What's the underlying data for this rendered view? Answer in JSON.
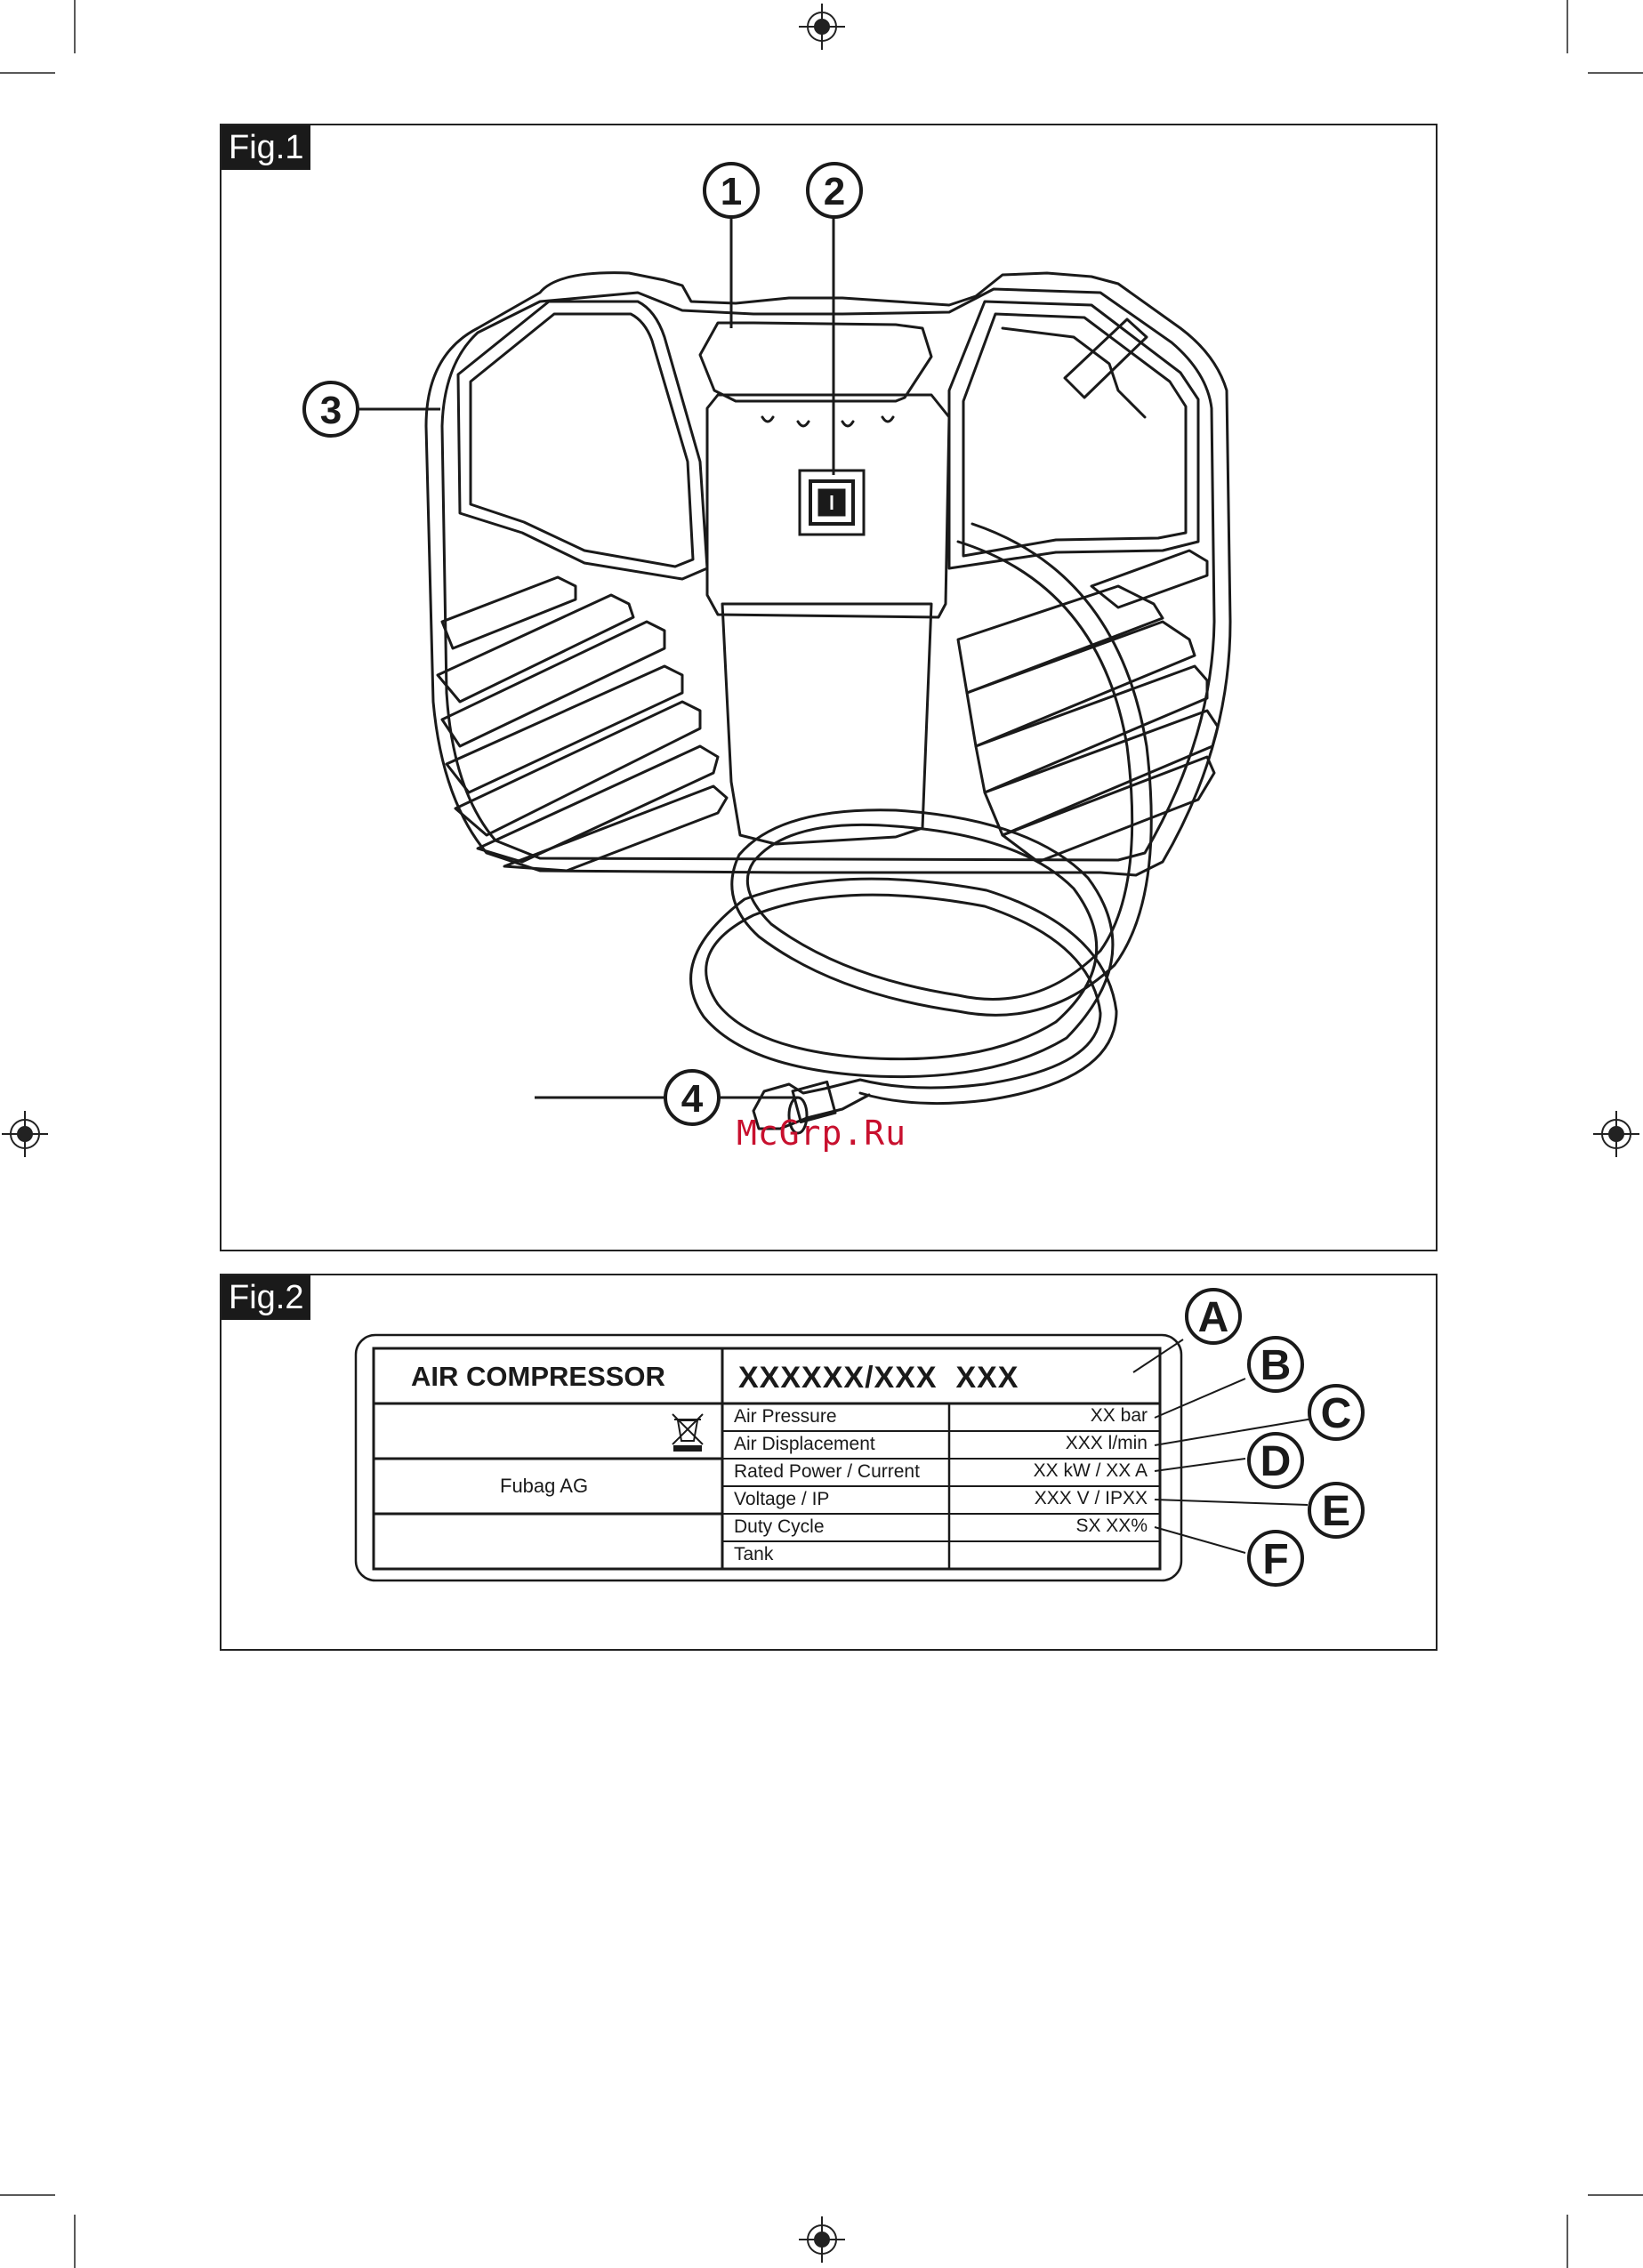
{
  "figures": {
    "fig1": {
      "label": "Fig.1",
      "callouts": [
        "1",
        "2",
        "3",
        "4"
      ]
    },
    "fig2": {
      "label": "Fig.2",
      "callouts": [
        "A",
        "B",
        "C",
        "D",
        "E",
        "F"
      ],
      "plate": {
        "product_name": "AIR COMPRESSOR",
        "model": "XXXXXX/XXX  XXX",
        "manufacturer": "Fubag AG",
        "rows": [
          {
            "label": "Air Pressure",
            "value": "XX bar"
          },
          {
            "label": "Air Displacement",
            "value": "XXX l/min"
          },
          {
            "label": "Rated Power / Current",
            "value": "XX kW / XX A"
          },
          {
            "label": "Voltage / IP",
            "value": "XXX V / IPXX"
          },
          {
            "label": "Duty Cycle",
            "value": "SX XX%"
          },
          {
            "label": "Tank",
            "value": ""
          }
        ]
      }
    }
  },
  "watermark": "McGrp.Ru",
  "colors": {
    "ink": "#1a1a1a",
    "watermark": "#c8102e",
    "background": "#ffffff"
  },
  "icons": [
    "registration-mark-icon",
    "weee-bin-icon",
    "power-switch-icon"
  ]
}
